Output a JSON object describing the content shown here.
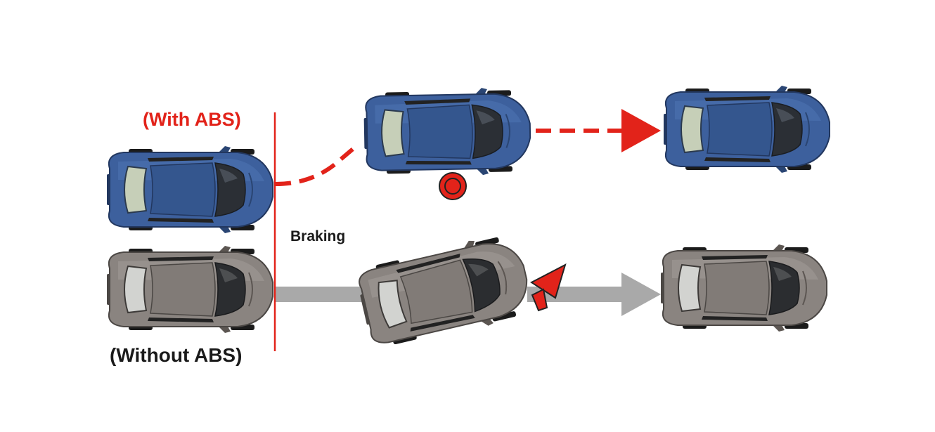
{
  "labels": {
    "with_abs": "(With ABS)",
    "without_abs": "(Without ABS)",
    "braking": "Braking"
  },
  "colors": {
    "accent_red": "#e2231a",
    "blue_body": "#3d609d",
    "blue_dark": "#22375f",
    "gray_body": "#8a8480",
    "gray_dark": "#4b4744",
    "track_gray": "#a9a9a9",
    "label_black": "#1a1a1a"
  },
  "icons": {
    "car": "car-top-view-icon",
    "stable_marker": "circle-target-icon",
    "skid_marker": "warning-flag-icon"
  }
}
